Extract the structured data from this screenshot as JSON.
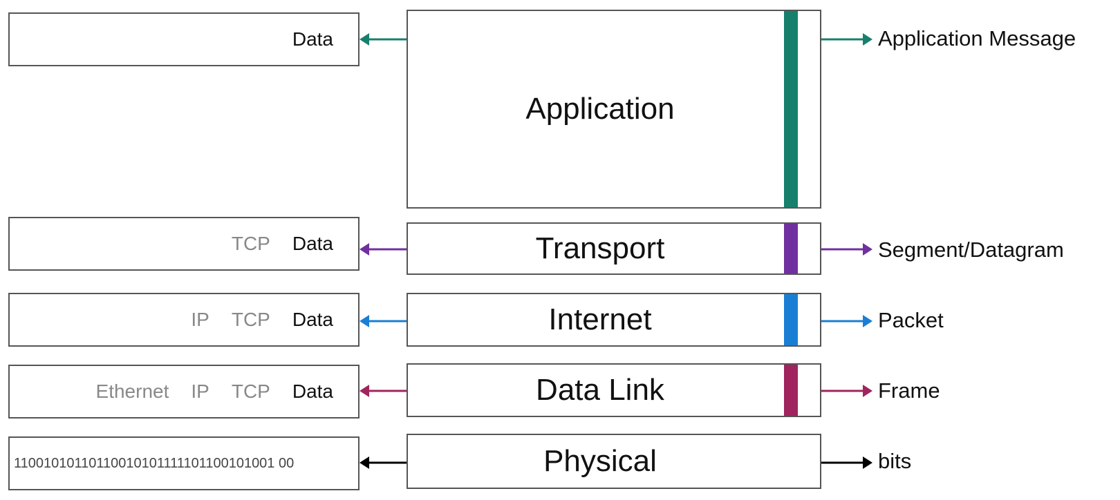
{
  "colors": {
    "application": "#17806d",
    "transport": "#7030a0",
    "internet": "#1a7fd4",
    "datalink": "#a0245e",
    "physical": "#000000"
  },
  "layers": [
    {
      "key": "application",
      "name": "Application",
      "term": "Application Message",
      "packet": {
        "ethernet": "",
        "ip": "",
        "tcp": "",
        "data": "Data"
      }
    },
    {
      "key": "transport",
      "name": "Transport",
      "term": "Segment/Datagram",
      "packet": {
        "ethernet": "",
        "ip": "",
        "tcp": "TCP",
        "data": "Data"
      }
    },
    {
      "key": "internet",
      "name": "Internet",
      "term": "Packet",
      "packet": {
        "ethernet": "",
        "ip": "IP",
        "tcp": "TCP",
        "data": "Data"
      }
    },
    {
      "key": "datalink",
      "name": "Data Link",
      "term": "Frame",
      "packet": {
        "ethernet": "Ethernet",
        "ip": "IP",
        "tcp": "TCP",
        "data": "Data"
      }
    },
    {
      "key": "physical",
      "name": "Physical",
      "term": "bits",
      "packet": {
        "bits": "11001010110110010101111101100101001 00"
      }
    }
  ]
}
